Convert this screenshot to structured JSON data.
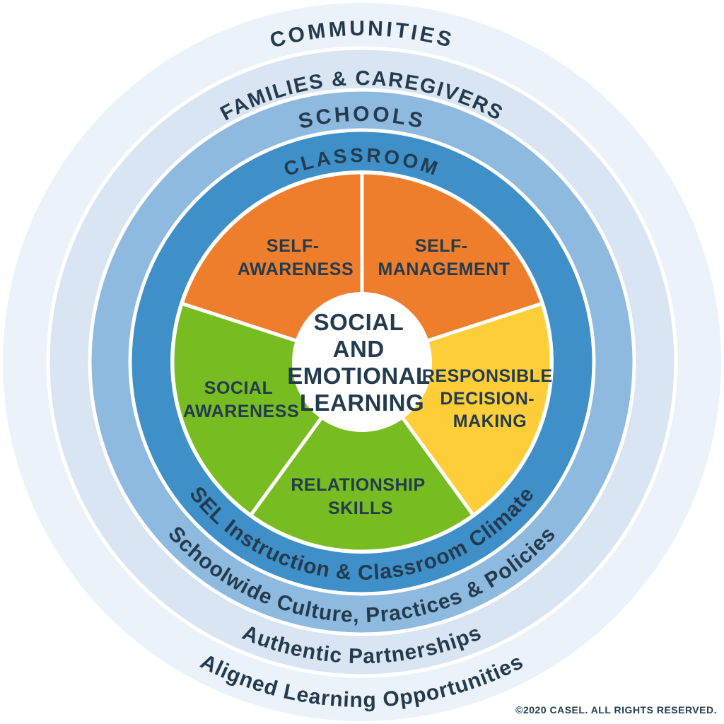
{
  "diagram_title": "Social and Emotional Learning framework wheel",
  "colors": {
    "text": "#243B4E",
    "white": "#FFFFFF",
    "orange": "#EE7E2C",
    "yellow": "#FDCE38",
    "green": "#77BC20",
    "classroom_blue": "#3F8FC9",
    "schools_blue": "#8FBADF",
    "families_blue": "#D9E5F2",
    "communities_blue": "#ECF2F9"
  },
  "rings": {
    "communities": {
      "label": "COMMUNITIES",
      "bottom_label": "Aligned Learning Opportunities",
      "color": "#ECF2F9"
    },
    "families": {
      "label": "FAMILIES & CAREGIVERS",
      "bottom_label": "Authentic Partnerships",
      "color": "#D9E5F2"
    },
    "schools": {
      "label": "SCHOOLS",
      "bottom_label": "Schoolwide Culture, Practices & Policies",
      "color": "#8FBADF"
    },
    "classroom": {
      "label": "CLASSROOM",
      "bottom_label": "SEL Instruction & Classroom Climate",
      "color": "#3F8FC9"
    }
  },
  "wedges": {
    "self_awareness": {
      "line1": "SELF-",
      "line2": "AWARENESS",
      "color": "#EE7E2C"
    },
    "self_management": {
      "line1": "SELF-",
      "line2": "MANAGEMENT",
      "color": "#EE7E2C"
    },
    "responsible_decision_making": {
      "line1": "RESPONSIBLE",
      "line2": "DECISION-",
      "line3": "MAKING",
      "color": "#FDCE38"
    },
    "relationship_skills": {
      "line1": "RELATIONSHIP",
      "line2": "SKILLS",
      "color": "#77BC20"
    },
    "social_awareness": {
      "line1": "SOCIAL",
      "line2": "AWARENESS",
      "color": "#77BC20"
    }
  },
  "center": {
    "line1": "SOCIAL",
    "line2": "AND",
    "line3": "EMOTIONAL",
    "line4": "LEARNING",
    "color": "#FFFFFF"
  },
  "footer": {
    "copyright": "©2020 CASEL. ALL RIGHTS RESERVED."
  }
}
